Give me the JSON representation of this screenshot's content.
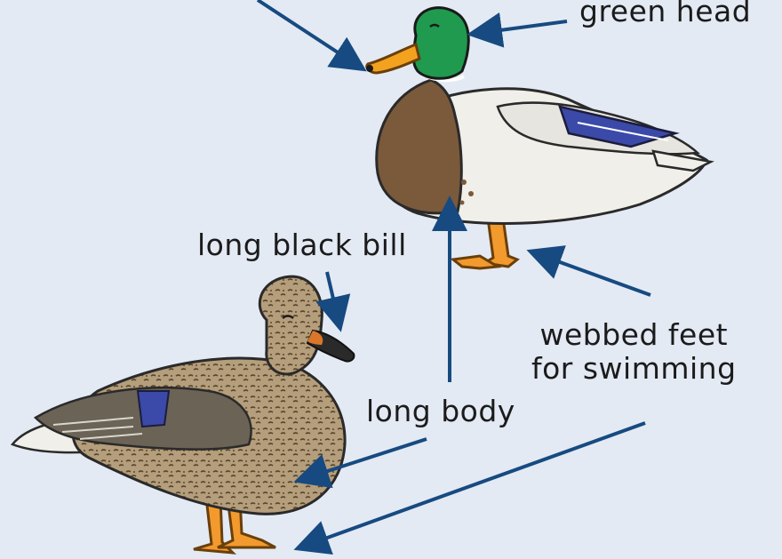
{
  "labels": {
    "green_head": "green head",
    "long_black_bill": "long black bill",
    "webbed_feet_line1": "webbed feet",
    "webbed_feet_line2": "for swimming",
    "long_body": "long body"
  },
  "colors": {
    "background": "#e3eaf4",
    "arrow": "#174a80",
    "drake_head": "#1f9a4e",
    "drake_chest": "#7a5a3b",
    "drake_body": "#f0efe9",
    "female_body": "#b09a78",
    "bill_orange": "#f2a21f",
    "feet_orange": "#f29a2e",
    "wing_blue": "#3b4aa8"
  }
}
